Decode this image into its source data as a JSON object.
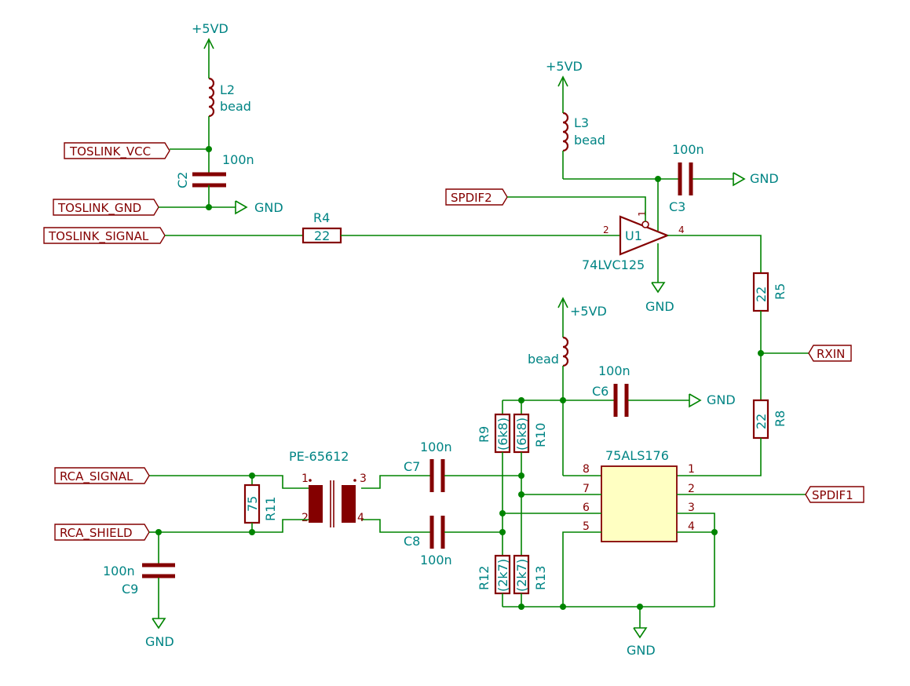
{
  "power": {
    "vd": "+5VD",
    "gnd": "GND"
  },
  "net_labels": {
    "toslink_vcc": "TOSLINK_VCC",
    "toslink_gnd": "TOSLINK_GND",
    "toslink_signal": "TOSLINK_SIGNAL",
    "spdif2": "SPDIF2",
    "rxin": "RXIN",
    "spdif1": "SPDIF1",
    "rca_signal": "RCA_SIGNAL",
    "rca_shield": "RCA_SHIELD"
  },
  "components": {
    "l2": {
      "ref": "L2",
      "value": "bead"
    },
    "l3": {
      "ref": "L3",
      "value": "bead"
    },
    "l_rca": {
      "value": "bead"
    },
    "c2": {
      "ref": "C2",
      "value": "100n"
    },
    "c3": {
      "ref": "C3",
      "value": "100n"
    },
    "c6": {
      "ref": "C6",
      "value": "100n"
    },
    "c7": {
      "ref": "C7",
      "value": "100n"
    },
    "c8": {
      "ref": "C8",
      "value": "100n"
    },
    "c9": {
      "ref": "C9",
      "value": "100n"
    },
    "r4": {
      "ref": "R4",
      "value": "22"
    },
    "r5": {
      "ref": "R5",
      "value": "22"
    },
    "r8": {
      "ref": "R8",
      "value": "22"
    },
    "r9": {
      "ref": "R9",
      "value": "(6k8)"
    },
    "r10": {
      "ref": "R10",
      "value": "(6k8)"
    },
    "r11": {
      "ref": "R11",
      "value": "75"
    },
    "r12": {
      "ref": "R12",
      "value": "(2k7)"
    },
    "r13": {
      "ref": "R13",
      "value": "(2k7)"
    },
    "u1": {
      "ref": "U1",
      "value": "74LVC125",
      "pins": [
        "1",
        "2",
        "4"
      ]
    },
    "rx": {
      "value": "75ALS176",
      "pins": [
        "1",
        "2",
        "3",
        "4",
        "5",
        "6",
        "7",
        "8"
      ]
    },
    "transformer": {
      "value": "PE-65612",
      "pins": [
        "1",
        "2",
        "3",
        "4"
      ]
    }
  }
}
